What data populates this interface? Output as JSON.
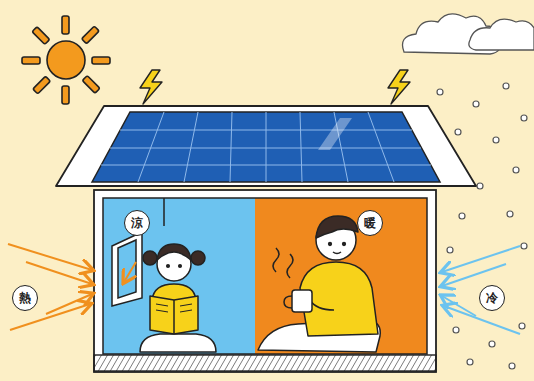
{
  "diagram": {
    "nodes": [
      {
        "text": [
          "涼"
        ]
      },
      {
        "text": [
          "暖"
        ]
      },
      {
        "text": [
          "熱"
        ]
      },
      {
        "text": [
          "冷"
        ]
      }
    ]
  }
}
